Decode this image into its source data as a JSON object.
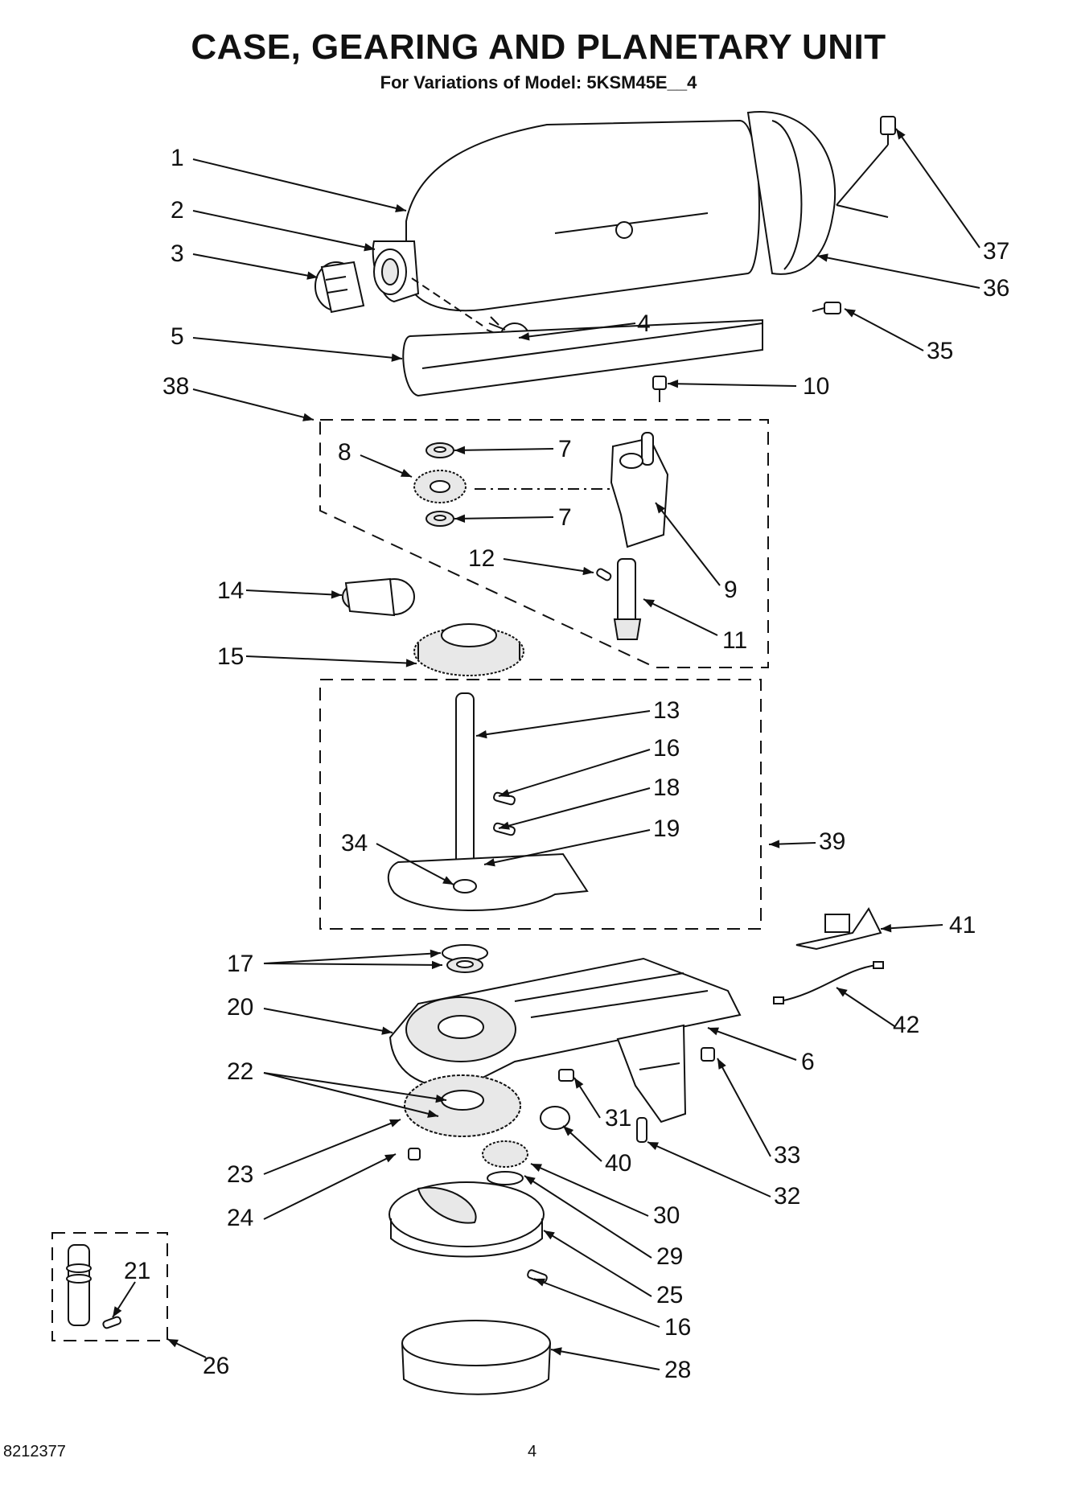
{
  "header": {
    "title": "CASE, GEARING AND PLANETARY UNIT",
    "subtitle": "For Variations of Model: 5KSM45E__4"
  },
  "callouts": {
    "c1": "1",
    "c2": "2",
    "c3": "3",
    "c4": "4",
    "c5": "5",
    "c6": "6",
    "c7a": "7",
    "c7b": "7",
    "c8": "8",
    "c9": "9",
    "c10": "10",
    "c11": "11",
    "c12": "12",
    "c13": "13",
    "c14": "14",
    "c15": "15",
    "c16a": "16",
    "c16b": "16",
    "c17": "17",
    "c18": "18",
    "c19": "19",
    "c20": "20",
    "c21": "21",
    "c22": "22",
    "c23": "23",
    "c24": "24",
    "c25": "25",
    "c26": "26",
    "c28": "28",
    "c29": "29",
    "c30": "30",
    "c31": "31",
    "c32": "32",
    "c33": "33",
    "c34": "34",
    "c35": "35",
    "c36": "36",
    "c37": "37",
    "c38": "38",
    "c39": "39",
    "c40": "40",
    "c41": "41",
    "c42": "42"
  },
  "footer": {
    "doc_number": "8212377",
    "page_number": "4"
  }
}
